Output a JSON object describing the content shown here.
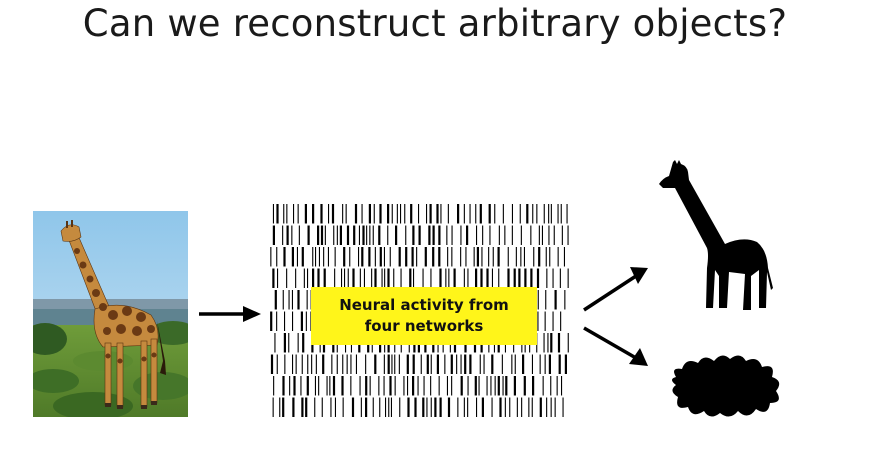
{
  "slide": {
    "title": "Can we reconstruct arbitrary objects?",
    "activity_label": "Neural activity from\nfour networks",
    "label_color": "#fff51a"
  },
  "icons": {
    "input": "giraffe-photo",
    "raster": "spike-raster",
    "output_1": "giraffe-silhouette-icon",
    "output_2": "blob-silhouette-icon"
  }
}
